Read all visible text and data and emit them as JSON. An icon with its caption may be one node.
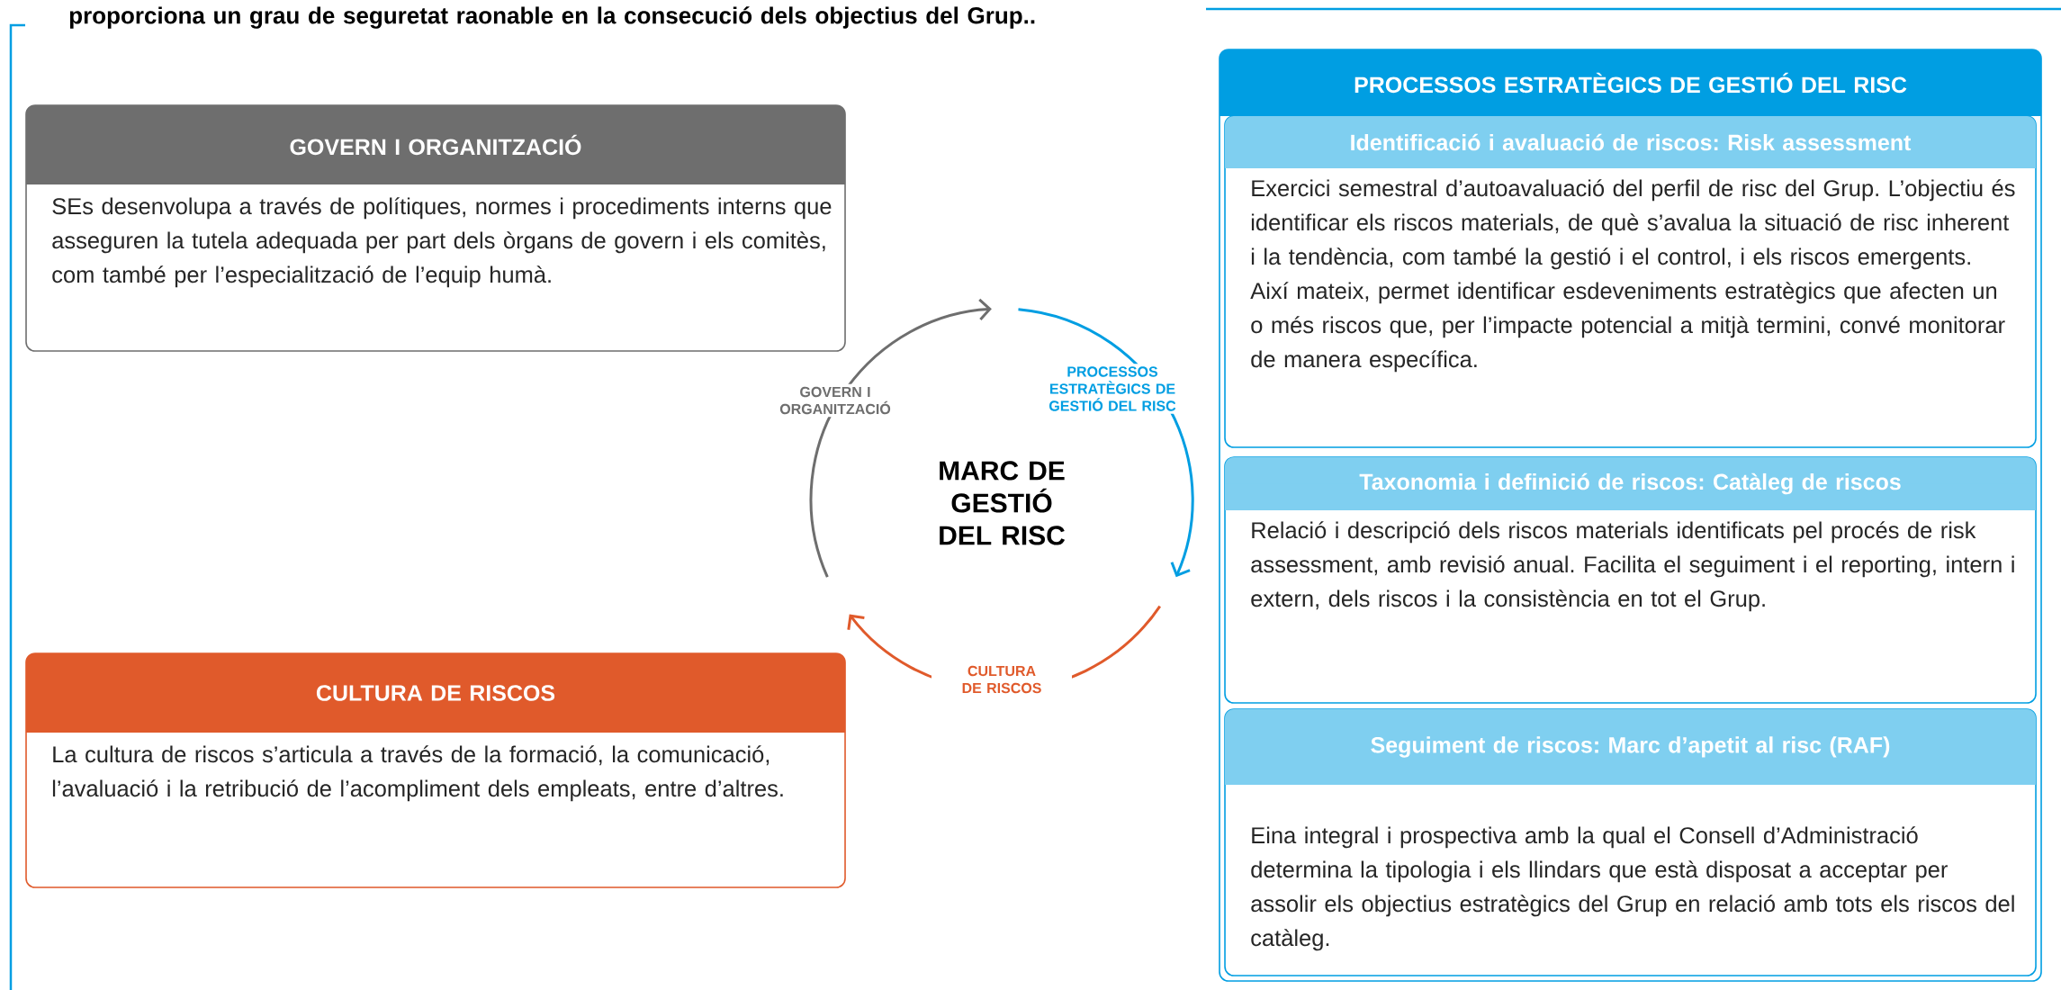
{
  "diagram": {
    "nodes": [
      {
        "text": [
          "GOVERN I ORGANITZACIÓ",
          "SEs desenvolupa a través de polítiques, normes i procediments interns que asseguren la tutela adequada per part dels òrgans de govern i els comitès, com també per l’especialització de l’equip humà."
        ]
      },
      {
        "text": [
          "CULTURA DE RISCOS",
          "La cultura de riscos s’articula a través de la formació, la comunicació, l’avaluació i la retribució de l’acompliment dels empleats, entre d’altres."
        ]
      },
      {
        "text": [
          "PROCESSOS ESTRATÈGICS DE GESTIÓ DEL RISC"
        ]
      },
      {
        "text": [
          "Identificació i avaluació de riscos: Risk assessment",
          "Exercici semestral d’autoavaluació del perfil de risc del Grup. L’objectiu és identificar els riscos materials, de què s’avalua la situació de risc inherent i la tendència, com també la gestió i el control, i els riscos emergents. Així mateix, permet identificar esdeveniments estratègics que afecten un o més riscos que, per l’impacte potencial a mitjà termini, convé monitorar de manera específica."
        ],
        "in": 2
      },
      {
        "text": [
          "Taxonomia i definició de riscos: Catàleg de riscos",
          "Relació i descripció dels riscos materials identificats pel procés de risk assessment, amb revisió anual. Facilita el seguiment i el reporting, intern i extern, dels riscos i la consistència en tot el Grup."
        ],
        "in": 2
      },
      {
        "text": [
          "Seguiment de riscos: Marc d’apetit al risc (RAF)",
          "Eina integral i prospectiva amb la qual el Consell d’Administració determina la tipologia i els llindars que està disposat a acceptar per assolir els objectius estratègics del Grup en relació amb tots els riscos del catàleg."
        ],
        "in": 2
      }
    ],
    "labels": [
      "proporciona un grau de seguretat raonable en la consecució dels objectius del Grup..",
      "GOVERN I ORGANITZACIÓ",
      "PROCESSOS ESTRATÈGICS DE GESTIÓ DEL RISC",
      "MARC DE GESTIÓ DEL RISC",
      "CULTURA DE RISCOS"
    ]
  }
}
